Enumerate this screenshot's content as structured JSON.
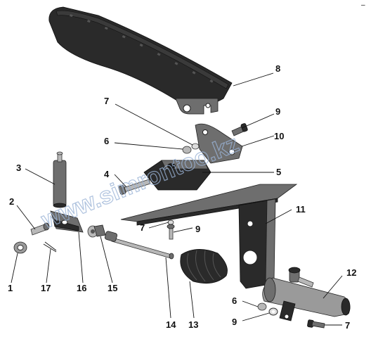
{
  "watermark": "www.simrontoo.kz",
  "corner_mark": "–",
  "callouts": [
    {
      "id": "c1",
      "text": "1"
    },
    {
      "id": "c2",
      "text": "2"
    },
    {
      "id": "c3",
      "text": "3"
    },
    {
      "id": "c4",
      "text": "4"
    },
    {
      "id": "c5",
      "text": "5"
    },
    {
      "id": "c6a",
      "text": "6"
    },
    {
      "id": "c6b",
      "text": "6"
    },
    {
      "id": "c7a",
      "text": "7"
    },
    {
      "id": "c7b",
      "text": "7"
    },
    {
      "id": "c7c",
      "text": "7"
    },
    {
      "id": "c8",
      "text": "8"
    },
    {
      "id": "c9a",
      "text": "9"
    },
    {
      "id": "c9b",
      "text": "9"
    },
    {
      "id": "c9c",
      "text": "9"
    },
    {
      "id": "c10",
      "text": "10"
    },
    {
      "id": "c11",
      "text": "11"
    },
    {
      "id": "c12",
      "text": "12"
    },
    {
      "id": "c13",
      "text": "13"
    },
    {
      "id": "c14",
      "text": "14"
    },
    {
      "id": "c15",
      "text": "15"
    },
    {
      "id": "c16",
      "text": "16"
    },
    {
      "id": "c17",
      "text": "17"
    }
  ]
}
